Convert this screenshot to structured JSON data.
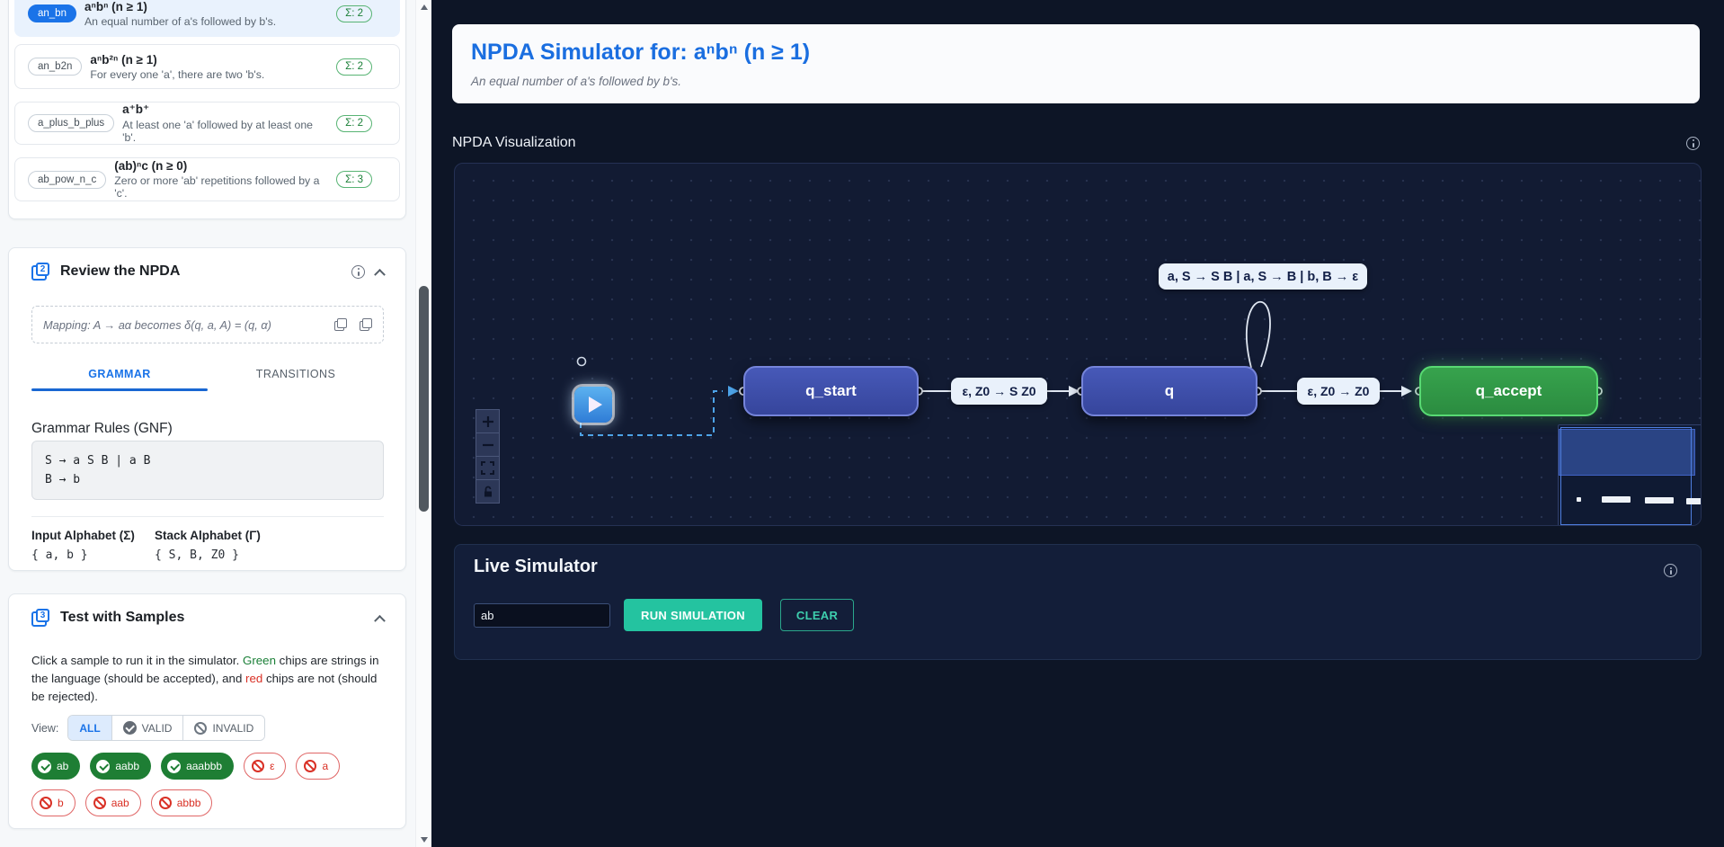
{
  "colors": {
    "accent_blue": "#1a73e8",
    "valid_green": "#1e7e34",
    "invalid_red": "#d93025",
    "teal_button": "#24c3a0",
    "node_blue": "#36459c",
    "node_green": "#2b8c40",
    "canvas_bg": "#121b33"
  },
  "sidebar": {
    "samples": [
      {
        "id": "an_bn",
        "title": "aⁿbⁿ (n ≥ 1)",
        "description": "An equal number of a's followed by b's.",
        "badge": "Σ: 2"
      },
      {
        "id": "an_b2n",
        "title": "aⁿb²ⁿ (n ≥ 1)",
        "description": "For every one 'a', there are two 'b's.",
        "badge": "Σ: 2"
      },
      {
        "id": "a_plus_b_plus",
        "title": "a⁺b⁺",
        "description": "At least one 'a' followed by at least one 'b'.",
        "badge": "Σ: 2"
      },
      {
        "id": "ab_pow_n_c",
        "title": "(ab)ⁿc (n ≥ 0)",
        "description": "Zero or more 'ab' repetitions followed by a 'c'.",
        "badge": "Σ: 3"
      }
    ],
    "review": {
      "step_number": "2",
      "title": "Review the NPDA",
      "mapping": "Mapping: A → aα becomes δ(q, a, A) = (q, α)",
      "tabs": [
        {
          "label": "GRAMMAR"
        },
        {
          "label": "TRANSITIONS"
        }
      ],
      "grammar_heading": "Grammar Rules (GNF)",
      "grammar_rules": [
        "S → a S B | a B",
        "B → b"
      ],
      "input_alphabet_label": "Input Alphabet (Σ)",
      "input_alphabet_value": "{ a, b }",
      "stack_alphabet_label": "Stack Alphabet (Γ)",
      "stack_alphabet_value": "{ S, B, Z0 }"
    },
    "test": {
      "step_number": "3",
      "title": "Test with Samples",
      "desc": {
        "part1": "Click a sample to run it in the simulator. ",
        "green_word": "Green",
        "part2": " chips are strings in the language (should be accepted), and ",
        "red_word": "red",
        "part3": " chips are not (should be rejected)."
      },
      "view_label": "View:",
      "filters": [
        {
          "label": "ALL"
        },
        {
          "label": "VALID"
        },
        {
          "label": "INVALID"
        }
      ],
      "valid_chips": [
        "ab",
        "aabb",
        "aaabbb"
      ],
      "invalid_chips": [
        "ε",
        "a",
        "b",
        "aab",
        "abbb"
      ]
    }
  },
  "main": {
    "header": {
      "title": "NPDA Simulator for: aⁿbⁿ (n ≥ 1)",
      "subtitle": "An equal number of a's followed by b's."
    },
    "visualization": {
      "label": "NPDA Visualization",
      "nodes": [
        {
          "label": "q_start"
        },
        {
          "label": "q"
        },
        {
          "label": "q_accept"
        }
      ],
      "edges": [
        {
          "label": "ε, Z0 → S Z0"
        },
        {
          "label": "ε, Z0 → Z0"
        },
        {
          "label": "a, S → S B | a, S → B | b, B → ε",
          "type": "self-loop"
        }
      ]
    },
    "simulator": {
      "title": "Live Simulator",
      "input_value": "ab",
      "run_label": "RUN SIMULATION",
      "clear_label": "CLEAR"
    }
  }
}
